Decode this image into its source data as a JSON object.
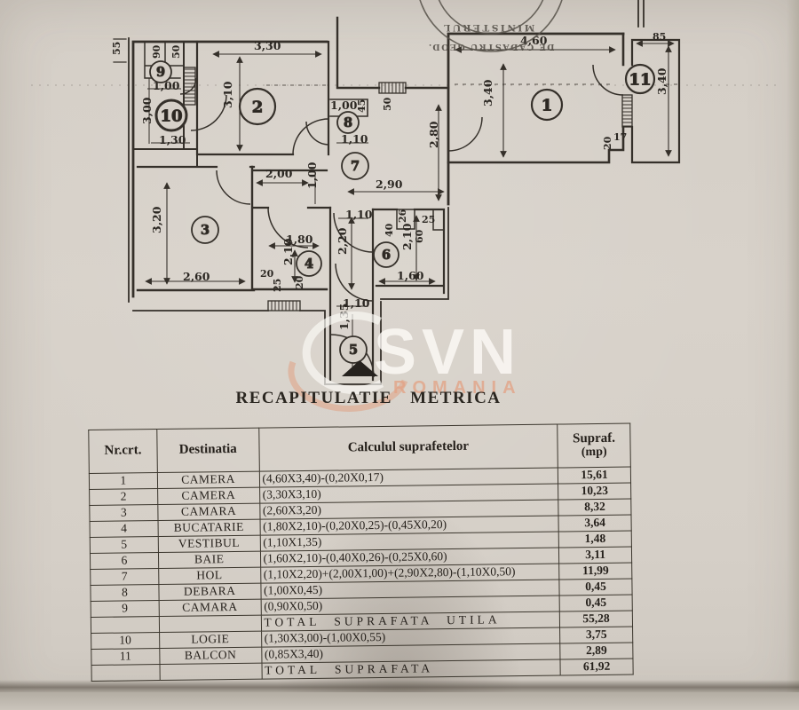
{
  "document": {
    "title": "RECAPITULATIE METRICA"
  },
  "stamp": {
    "line1": "MINISTERUL",
    "line2": "DE CADASTRU GEOD."
  },
  "watermark": {
    "brand": "SVN",
    "country": "ROMANIA"
  },
  "plan": {
    "room_numbers": [
      "1",
      "2",
      "3",
      "4",
      "5",
      "6",
      "7",
      "8",
      "9",
      "10",
      "11"
    ],
    "labels": [
      "55",
      "90",
      "50",
      "1,00",
      "3,00",
      "1,30",
      "3,30",
      "3,10",
      "1,00",
      "45",
      "50",
      "1,10",
      "4,60",
      "3,40",
      "85",
      "3,40",
      "20",
      "17",
      "2,80",
      "2,90",
      "2,00",
      "1,00",
      "1,10",
      "3,20",
      "2,60",
      "1,80",
      "2,10",
      "20",
      "25",
      "20",
      "2,20",
      "26",
      "25",
      "40",
      "60",
      "2,10",
      "1,60",
      "1,10",
      "1,35"
    ]
  },
  "table": {
    "headers": {
      "col1": "Nr.crt.",
      "col2": "Destinatia",
      "col3": "Calculul suprafetelor",
      "col4a": "Supraf.",
      "col4b": "(mp)"
    },
    "rows": [
      {
        "nr": "1",
        "dest": "CAMERA",
        "calc": "(4,60X3,40)-(0,20X0,17)",
        "val": "15,61"
      },
      {
        "nr": "2",
        "dest": "CAMERA",
        "calc": "(3,30X3,10)",
        "val": "10,23"
      },
      {
        "nr": "3",
        "dest": "CAMARA",
        "calc": "(2,60X3,20)",
        "val": "8,32"
      },
      {
        "nr": "4",
        "dest": "BUCATARIE",
        "calc": "(1,80X2,10)-(0,20X0,25)-(0,45X0,20)",
        "val": "3,64"
      },
      {
        "nr": "5",
        "dest": "VESTIBUL",
        "calc": "(1,10X1,35)",
        "val": "1,48"
      },
      {
        "nr": "6",
        "dest": "BAIE",
        "calc": "(1,60X2,10)-(0,40X0,26)-(0,25X0,60)",
        "val": "3,11"
      },
      {
        "nr": "7",
        "dest": "HOL",
        "calc": "(1,10X2,20)+(2,00X1,00)+(2,90X2,80)-(1,10X0,50)",
        "val": "11,99"
      },
      {
        "nr": "8",
        "dest": "DEBARA",
        "calc": "(1,00X0,45)",
        "val": "0,45"
      },
      {
        "nr": "9",
        "dest": "CAMARA",
        "calc": "(0,90X0,50)",
        "val": "0,45"
      },
      {
        "nr": "",
        "dest": "",
        "calc": "TOTAL SUPRAFATA UTILA",
        "val": "55,28"
      },
      {
        "nr": "10",
        "dest": "LOGIE",
        "calc": "(1,30X3,00)-(1,00X0,55)",
        "val": "3,75"
      },
      {
        "nr": "11",
        "dest": "BALCON",
        "calc": "(0,85X3,40)",
        "val": "2,89"
      },
      {
        "nr": "",
        "dest": "",
        "calc": "TOTAL SUPRAFATA",
        "val": "61,92"
      }
    ]
  }
}
